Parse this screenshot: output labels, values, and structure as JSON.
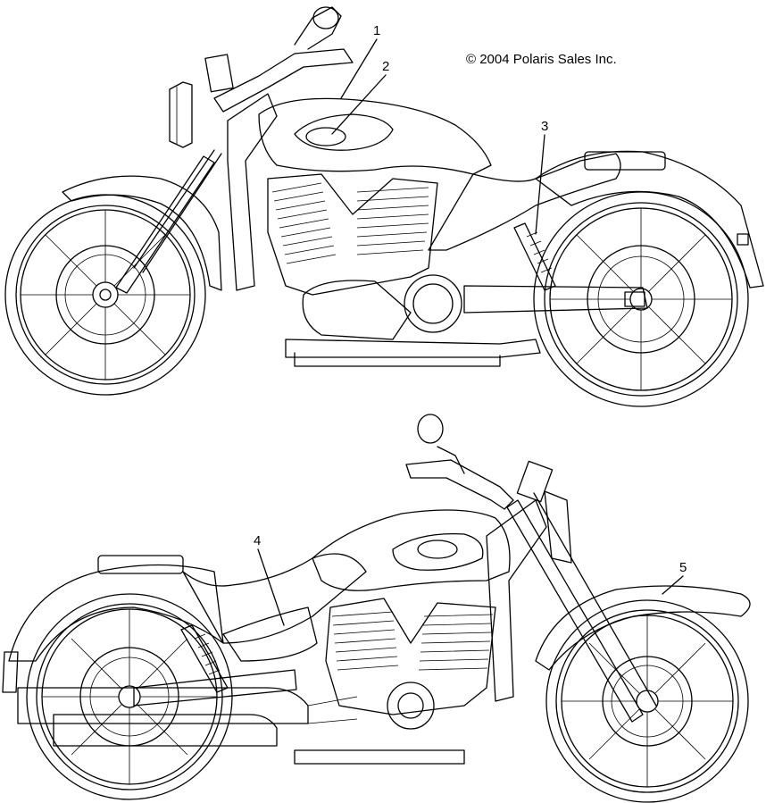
{
  "copyright": "© 2004 Polaris Sales Inc.",
  "callouts": [
    {
      "id": "1",
      "label": "1"
    },
    {
      "id": "2",
      "label": "2"
    },
    {
      "id": "3",
      "label": "3"
    },
    {
      "id": "4",
      "label": "4"
    },
    {
      "id": "5",
      "label": "5"
    }
  ]
}
